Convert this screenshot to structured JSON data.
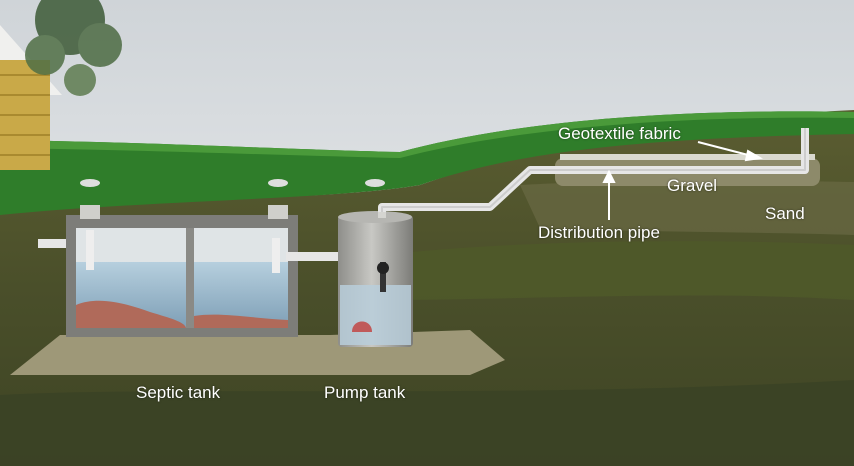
{
  "labels": {
    "geotextile_fabric": "Geotextile fabric",
    "gravel": "Gravel",
    "sand": "Sand",
    "distribution_pipe": "Distribution pipe",
    "septic_tank": "Septic tank",
    "pump_tank": "Pump tank"
  },
  "colors": {
    "sky": "#e9ebee",
    "grass": "#2f7d2a",
    "soil": "#56592e",
    "sand": "#8f8a69",
    "pipe": "#e6e6e6",
    "tank_wall": "#9a9a96",
    "water": "#9fc0d6",
    "label": "#ffffff"
  }
}
